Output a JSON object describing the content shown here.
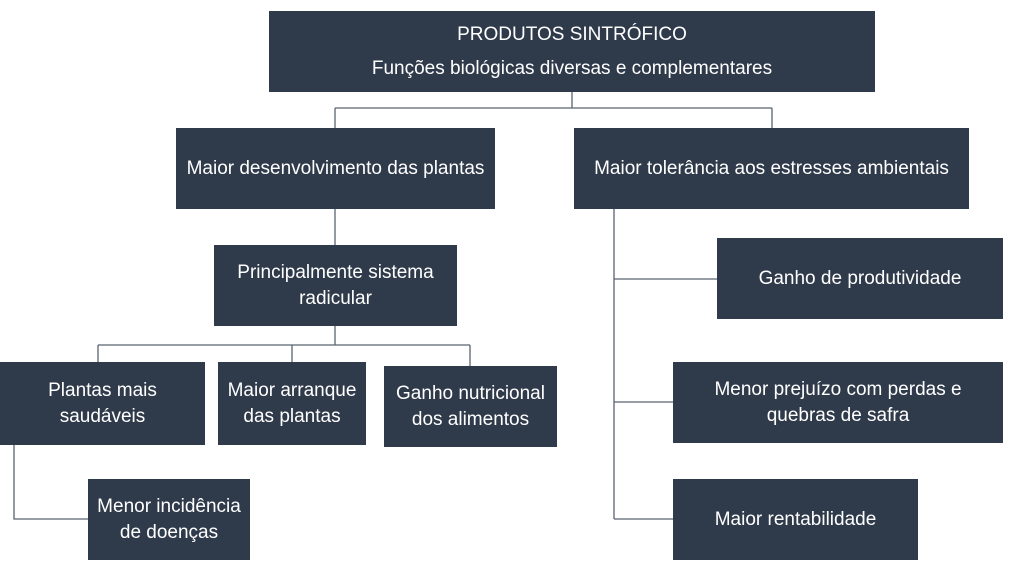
{
  "root": {
    "title": "PRODUTOS SINTRÓFICO",
    "subtitle": "Funções biológicas diversas e complementares"
  },
  "branch_left": {
    "label": "Maior desenvolvimento das plantas",
    "child": {
      "label": "Principalmente sistema radicular",
      "children": [
        {
          "label": "Plantas mais saudáveis",
          "child": {
            "label": "Menor incidência de doenças"
          }
        },
        {
          "label": "Maior arranque das plantas"
        },
        {
          "label": "Ganho nutricional dos alimentos"
        }
      ]
    }
  },
  "branch_right": {
    "label": "Maior tolerância aos estresses ambientais",
    "children": [
      {
        "label": "Ganho de produtividade"
      },
      {
        "label": "Menor prejuízo com perdas e quebras de safra"
      },
      {
        "label": "Maior rentabilidade"
      }
    ]
  },
  "colors": {
    "node_fill": "#2f3a4a",
    "node_text": "#ffffff",
    "connector": "#5a6472"
  }
}
